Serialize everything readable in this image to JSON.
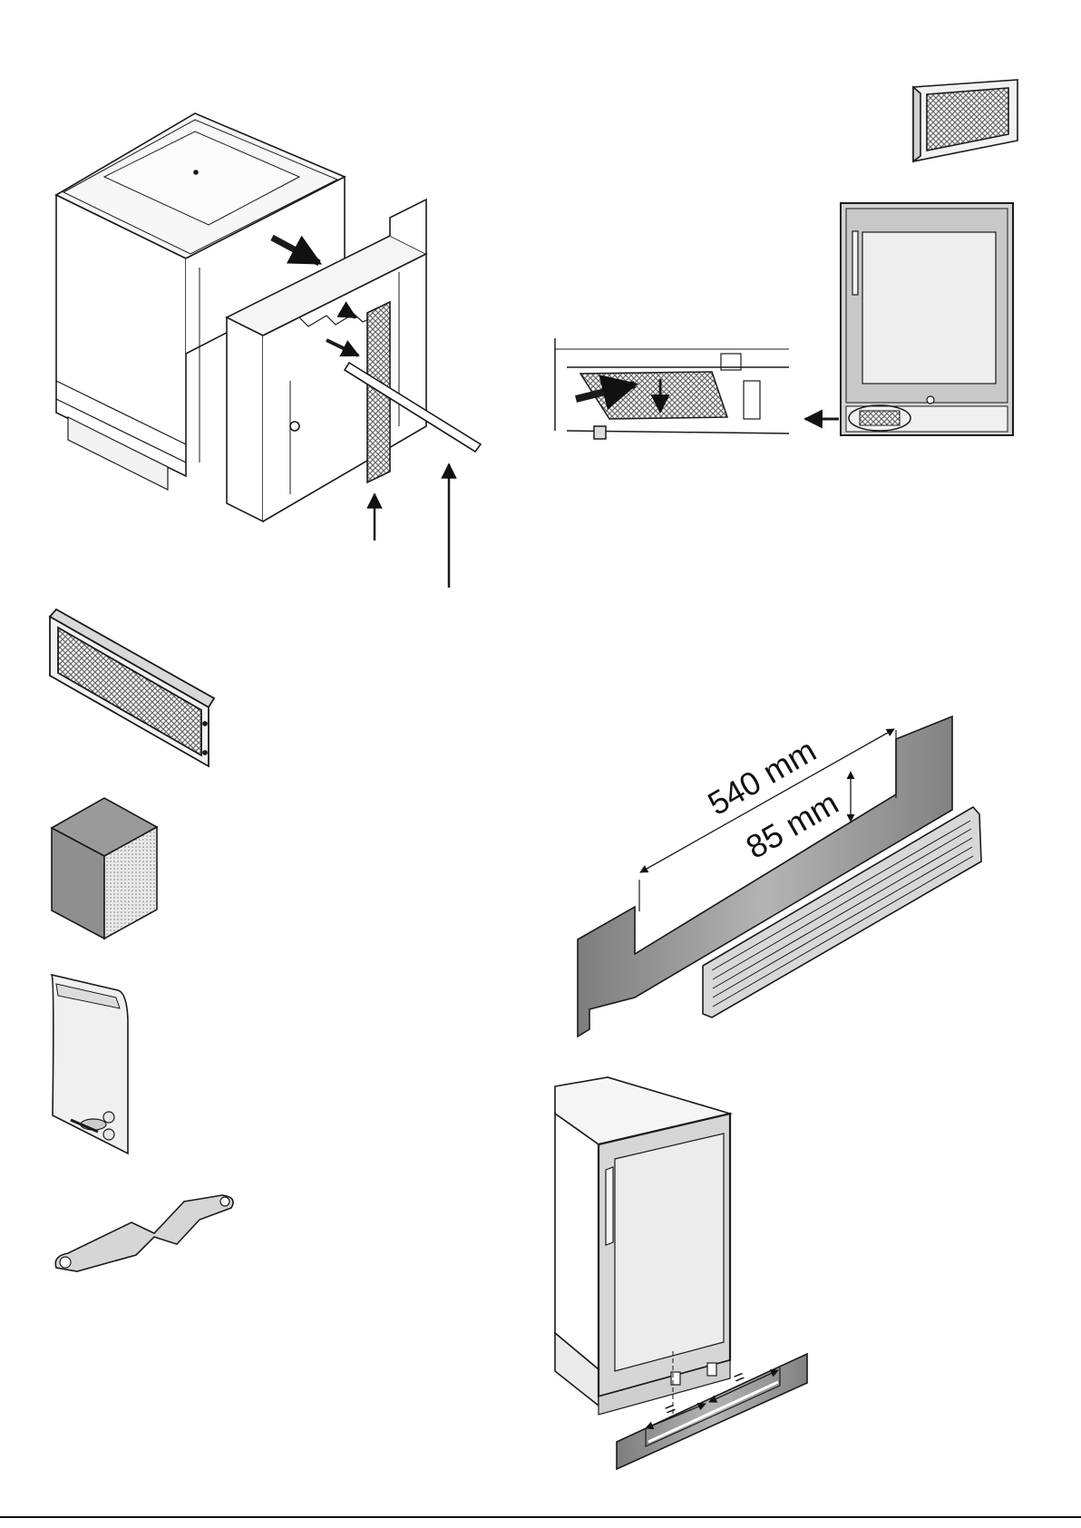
{
  "document": {
    "type": "installation-illustration-page",
    "figures": [
      {
        "id": "fig-1",
        "subject": "appliance with rear housing, ventilation filter and rail"
      },
      {
        "id": "fig-2",
        "subject": "replacement filter panel"
      },
      {
        "id": "fig-3",
        "subject": "filter removal at base of appliance"
      },
      {
        "id": "fig-4",
        "subject": "ventilation grille"
      },
      {
        "id": "fig-5",
        "subject": "filter block"
      },
      {
        "id": "fig-6",
        "subject": "bag with fixing parts"
      },
      {
        "id": "fig-7",
        "subject": "spanner tool"
      },
      {
        "id": "fig-8",
        "subject": "plinth cut-out with grille"
      },
      {
        "id": "fig-9",
        "subject": "appliance centred over plinth cut-out"
      }
    ],
    "dimensions": {
      "cutout_width": "540 mm",
      "cutout_height": "85 mm",
      "equal_sign_left": "=",
      "equal_sign_right": "="
    },
    "colors": {
      "line": "#1a1a1a",
      "panel_fill": "#f2f2f2",
      "glass_fill": "#ececec",
      "mesh_fill": "#8a8a8a",
      "plinth_fill": "#9c9c9c",
      "block_side": "#8f8f8f",
      "block_top": "#9a9a9a"
    }
  }
}
